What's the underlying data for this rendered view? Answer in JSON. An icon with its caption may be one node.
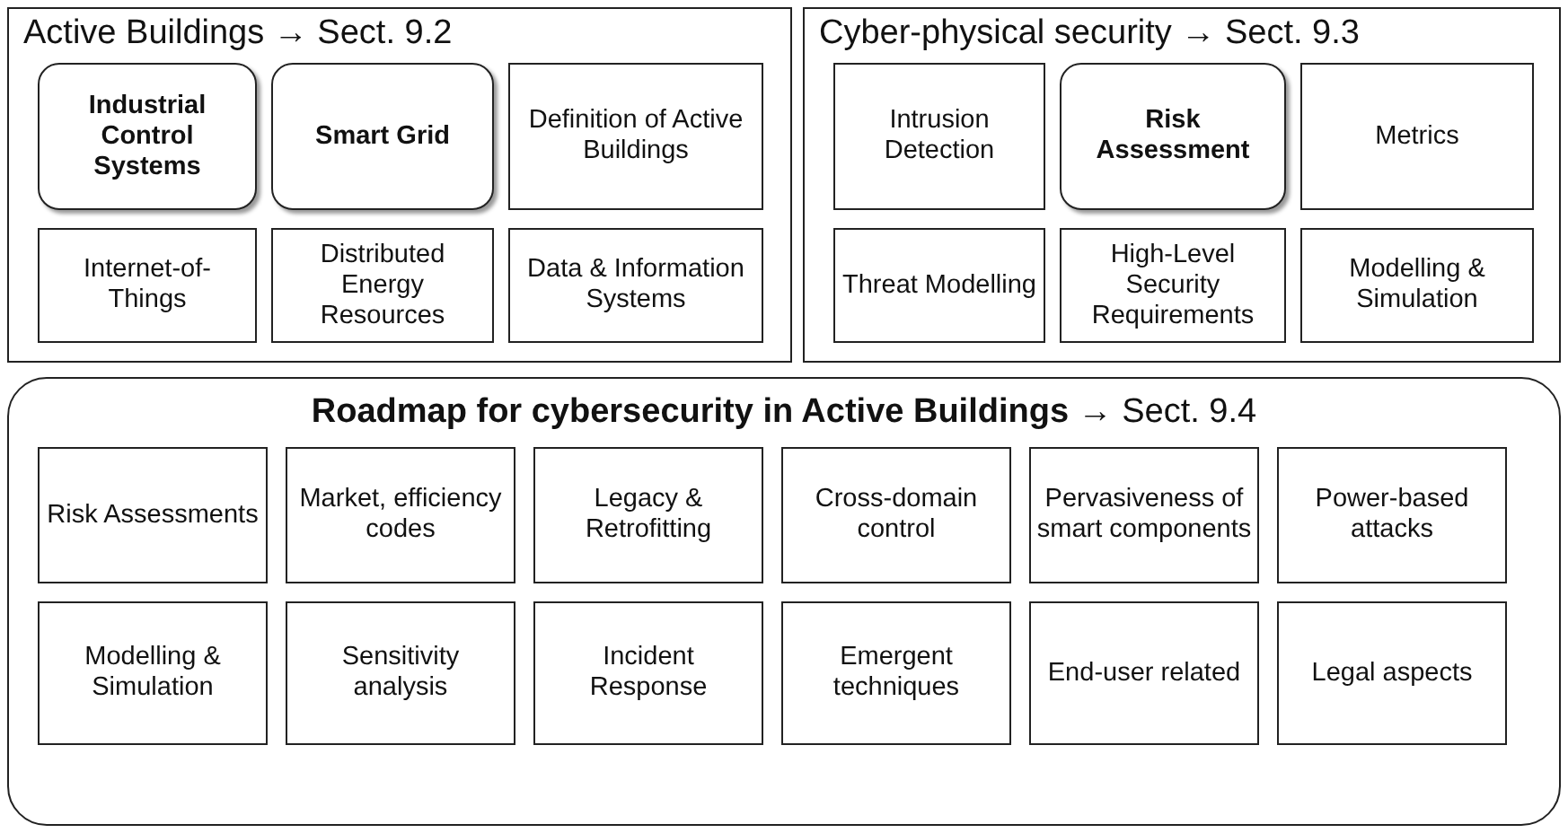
{
  "diagram": {
    "nodes": [
      {
        "text": [
          "Active Buildings → Sect. 9.2"
        ]
      },
      {
        "text": [
          "Industrial Control Systems"
        ],
        "in": 0
      },
      {
        "text": [
          "Smart Grid"
        ],
        "in": 0
      },
      {
        "text": [
          "Definition of Active Buildings"
        ],
        "in": 0
      },
      {
        "text": [
          "Internet-of-Things"
        ],
        "in": 0
      },
      {
        "text": [
          "Distributed Energy Resources"
        ],
        "in": 0
      },
      {
        "text": [
          "Data & Information Systems"
        ],
        "in": 0
      },
      {
        "text": [
          "Cyber-physical security → Sect. 9.3"
        ]
      },
      {
        "text": [
          "Intrusion Detection"
        ],
        "in": 7
      },
      {
        "text": [
          "Risk Assessment"
        ],
        "in": 7
      },
      {
        "text": [
          "Metrics"
        ],
        "in": 7
      },
      {
        "text": [
          "Threat Modelling"
        ],
        "in": 7
      },
      {
        "text": [
          "High-Level Security Requirements"
        ],
        "in": 7
      },
      {
        "text": [
          "Modelling & Simulation"
        ],
        "in": 7
      },
      {
        "text": [
          "**Roadmap for cybersecurity in Active Buildings** → Sect. 9.4"
        ]
      },
      {
        "text": [
          "Risk Assessments"
        ],
        "in": 14
      },
      {
        "text": [
          "Market, efficiency codes"
        ],
        "in": 14
      },
      {
        "text": [
          "Legacy & Retrofitting"
        ],
        "in": 14
      },
      {
        "text": [
          "Cross-domain control"
        ],
        "in": 14
      },
      {
        "text": [
          "Pervasiveness of smart components"
        ],
        "in": 14
      },
      {
        "text": [
          "Power-based attacks"
        ],
        "in": 14
      },
      {
        "text": [
          "Modelling & Simulation"
        ],
        "in": 14
      },
      {
        "text": [
          "Sensitivity analysis"
        ],
        "in": 14
      },
      {
        "text": [
          "Incident Response"
        ],
        "in": 14
      },
      {
        "text": [
          "Emergent techniques"
        ],
        "in": 14
      },
      {
        "text": [
          "End-user related"
        ],
        "in": 14
      },
      {
        "text": [
          "Legal aspects"
        ],
        "in": 14
      }
    ],
    "edges": []
  }
}
